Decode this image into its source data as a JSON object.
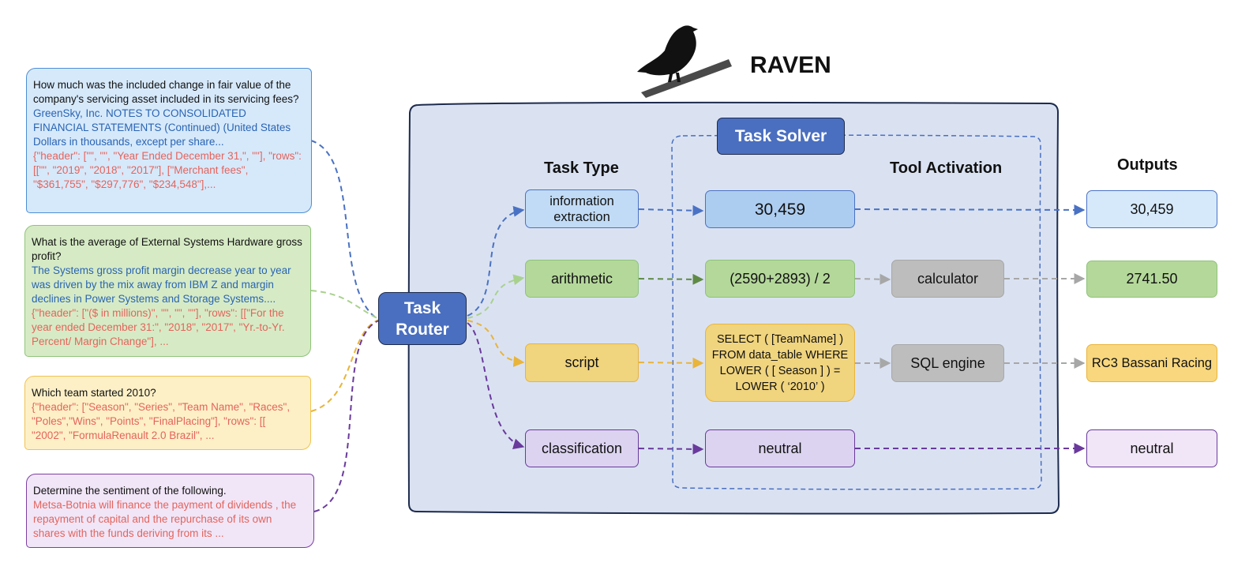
{
  "title": "RAVEN",
  "headers": {
    "task_type": "Task Type",
    "tool_activation": "Tool Activation",
    "outputs": "Outputs",
    "task_solver": "Task Solver",
    "task_router_line1": "Task",
    "task_router_line2": "Router"
  },
  "inputs": [
    {
      "question": "How much was the included change in fair value of the company's servicing asset included in its servicing fees?",
      "context": "GreenSky, Inc. NOTES TO CONSOLIDATED FINANCIAL STATEMENTS (Continued) (United States Dollars in thousands, except per share...",
      "table": "{\"header\": [\"\", \"\", \"Year Ended December 31,\", \"\"], \"rows\": [[\"\", \"2019\", \"2018\", \"2017\"], [\"Merchant fees\", \"$361,755\", \"$297,776\", \"$234,548\"],..."
    },
    {
      "question": "What is the average of External Systems Hardware gross profit?",
      "context": "The Systems gross profit margin decrease year to year was driven by the mix away from IBM Z and margin declines in Power Systems and Storage Systems....",
      "table": "{\"header\": [\"($ in millions)\", \"\", \"\", \"\"], \"rows\": [[\"For the year ended December 31:\", \"2018\", \"2017\", \"Yr.-to-Yr. Percent/ Margin Change\"], ..."
    },
    {
      "question": "Which team started 2010?",
      "context": "",
      "table": "{\"header\": [\"Season\", \"Series\", \"Team Name\", \"Races\", \"Poles\",\"Wins\", \"Points\", \"FinalPlacing\"], \"rows\": [[ \"2002\", \"FormulaRenault 2.0 Brazil\", ..."
    },
    {
      "question": "Determine the sentiment of the following.",
      "context": "",
      "table": "Metsa-Botnia will finance the payment of dividends , the repayment of capital and the repurchase of its own shares with the funds deriving from its ..."
    }
  ],
  "task_types": [
    "information extraction",
    "arithmetic",
    "script",
    "classification"
  ],
  "solver": {
    "values": [
      "30,459",
      "(2590+2893) / 2",
      "SELECT ( [TeamName] ) FROM data_table WHERE LOWER ( [ Season ] ) = LOWER ( ‘2010’ )",
      "neutral"
    ],
    "tools": [
      "calculator",
      "SQL engine"
    ]
  },
  "outputs": [
    "30,459",
    "2741.50",
    "RC3 Bassani Racing",
    "neutral"
  ],
  "colors": {
    "blue": "#4a72c4",
    "green": "#7aa95c",
    "yellow": "#e9b43a",
    "purple": "#6a3a9c",
    "gray": "#a7a7a7",
    "router": "#4a6fc0",
    "main_panel": "#dae2f2"
  }
}
